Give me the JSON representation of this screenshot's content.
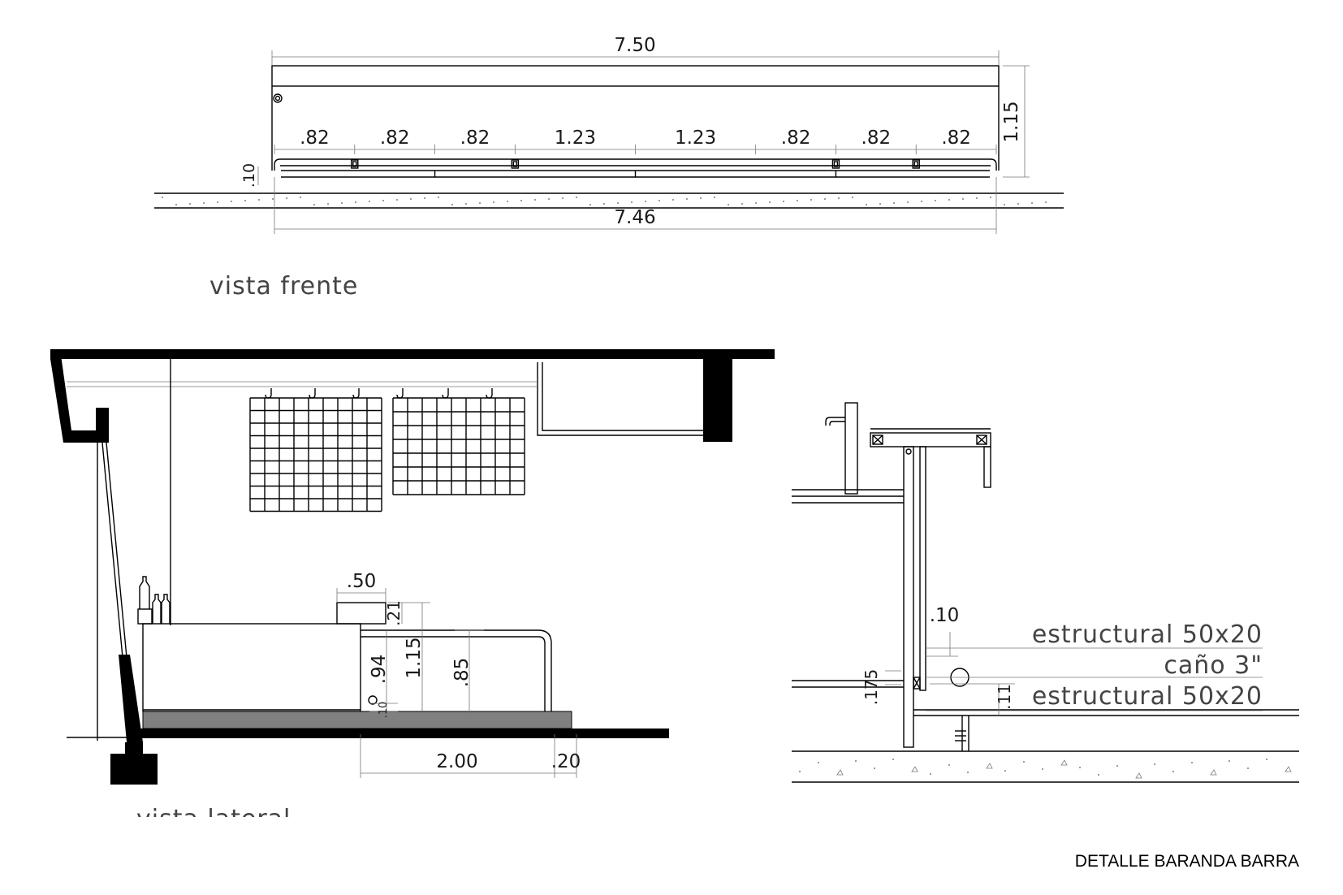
{
  "title": "DETALLE BARANDA BARRA",
  "front_view": {
    "label": "vista frente",
    "overall_top": "7.50",
    "overall_bottom": "7.46",
    "height": "1.15",
    "base_height": ".10",
    "spacings": [
      ".82",
      ".82",
      ".82",
      "1.23",
      "1.23",
      ".82",
      ".82",
      ".82"
    ]
  },
  "side_view": {
    "label": "vista lateral",
    "dim_top_width": ".50",
    "dim_top_height": ".21",
    "dim_height_a": ".94",
    "dim_height_b": "1.15",
    "dim_height_c": ".85",
    "dim_small": ".10",
    "dim_length": "2.00",
    "dim_end": ".20"
  },
  "detail_view": {
    "dim_gap": ".10",
    "dim_offset": ".175",
    "dim_low": ".11",
    "label_structural_top": "estructural 50x20",
    "label_pipe": "caño 3\"",
    "label_structural_bottom": "estructural 50x20"
  },
  "colors": {
    "ink": "#000000",
    "gray_fill": "#808080",
    "label_gray": "#444444"
  }
}
